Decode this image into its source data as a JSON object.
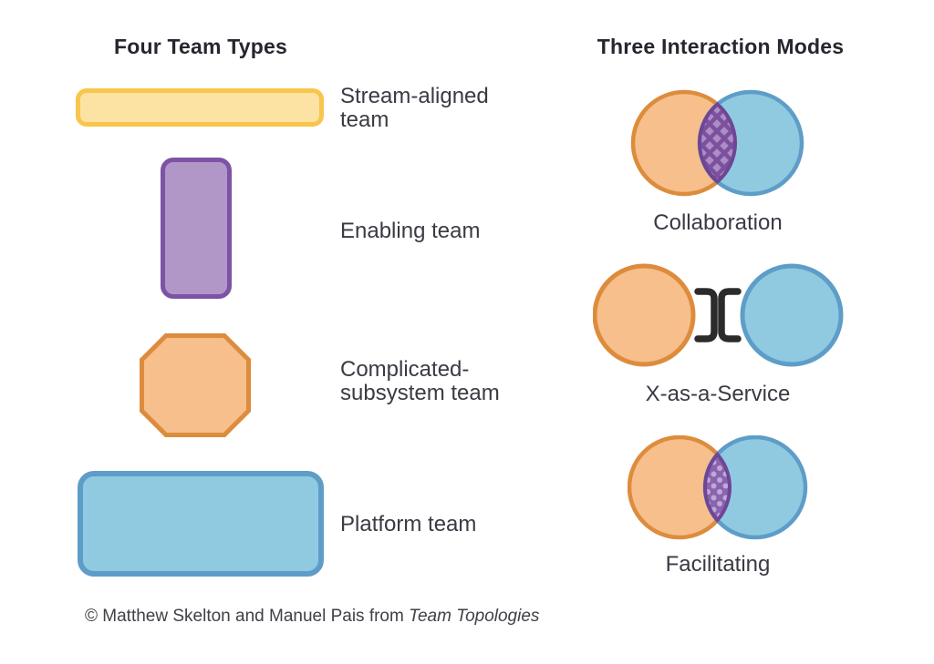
{
  "team_types": {
    "title": "Four Team Types",
    "items": [
      {
        "name": "stream-aligned",
        "label": "Stream-aligned\nteam",
        "shape": "wide-rounded-rectangle",
        "fill": "#FCE3A3",
        "border": "#F9C54D"
      },
      {
        "name": "enabling",
        "label": "Enabling team",
        "shape": "tall-rounded-rectangle",
        "fill": "#B197C8",
        "border": "#7C53A5"
      },
      {
        "name": "complicated-subsystem",
        "label": "Complicated-\nsubsystem team",
        "shape": "octagon",
        "fill": "#F6BF8C",
        "border": "#DD8C3D"
      },
      {
        "name": "platform",
        "label": "Platform team",
        "shape": "large-rounded-rectangle",
        "fill": "#8FCAE1",
        "border": "#5E9DC8"
      }
    ]
  },
  "interaction_modes": {
    "title": "Three Interaction Modes",
    "items": [
      {
        "name": "collaboration",
        "label": "Collaboration",
        "visual": "two-overlapping-circles",
        "overlap_pattern": "crosshatch"
      },
      {
        "name": "x-as-a-service",
        "label": "X-as-a-Service",
        "visual": "two-separate-circles-with-bracket-interface"
      },
      {
        "name": "facilitating",
        "label": "Facilitating",
        "visual": "two-overlapping-circles",
        "overlap_pattern": "dots"
      }
    ],
    "colors": {
      "orange_fill": "#F6BF8C",
      "orange_border": "#DD8C3D",
      "blue_fill": "#8FCAE1",
      "blue_border": "#5E9DC8",
      "overlap_light": "#AC8EC5",
      "overlap_dark": "#7B519E",
      "overlap_dot_bg": "#8A63AE",
      "overlap_dot": "#BFA9D4",
      "interface_symbol": "#2B2B2B"
    }
  },
  "footer": {
    "copyright_prefix": "© Matthew Skelton and Manuel Pais from ",
    "book_title": "Team Topologies"
  }
}
